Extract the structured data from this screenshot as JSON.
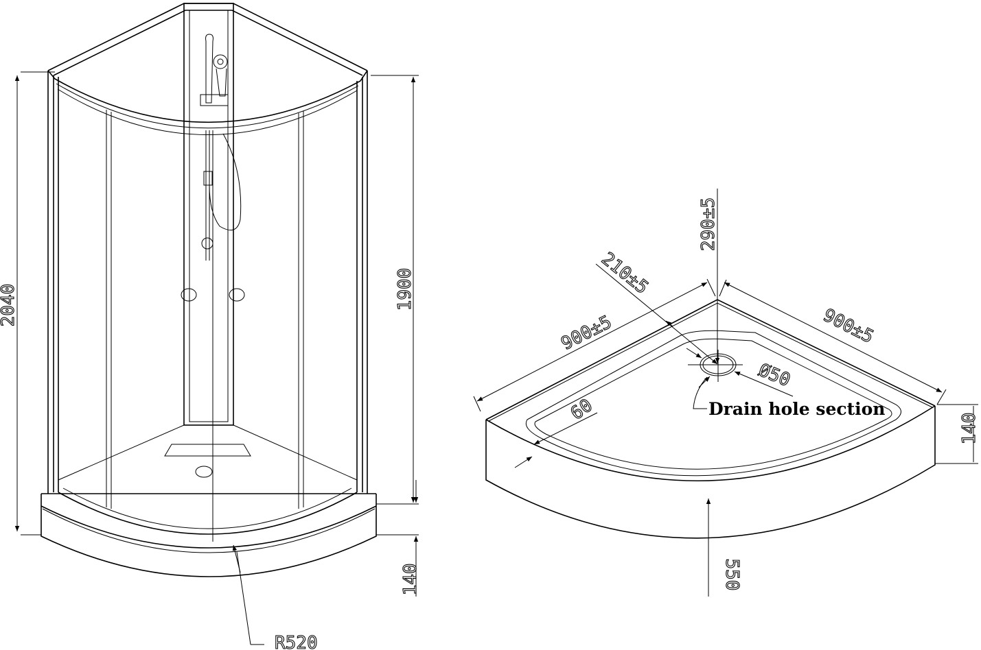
{
  "shower_enclosure": {
    "height_total": "2040",
    "height_glass": "1900",
    "tray_height": "140",
    "radius": "R520"
  },
  "shower_tray": {
    "drain_offset_vertical": "290±5",
    "drain_offset_diagonal": "210±5",
    "side_left": "900±5",
    "side_right": "900±5",
    "drain_diameter": "Ø50",
    "drain_label": "Drain hole section",
    "rim_width": "60",
    "tray_height": "140",
    "front_depth": "550"
  }
}
